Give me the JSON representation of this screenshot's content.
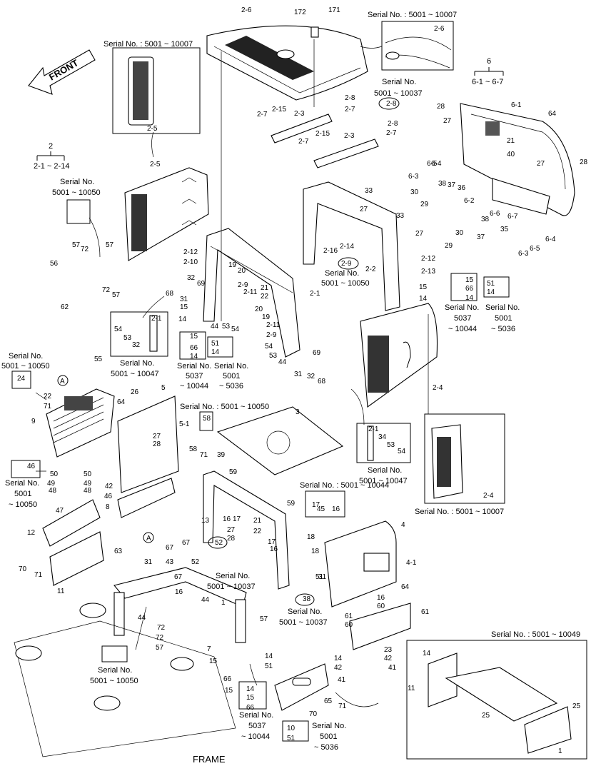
{
  "diagram_title": "FRAME",
  "front_arrow": "FRONT",
  "serial_notes": {
    "n_10007_top": "Serial No. : 5001 ~ 10007",
    "n_10007_left": "Serial No. : 5001 ~ 10007",
    "n_10037_a": [
      "Serial No.",
      "5001 ~ 10037"
    ],
    "n_10050_a": [
      "Serial No.",
      "5001 ~ 10050"
    ],
    "n_10050_b": [
      "Serial No.",
      "5001 ~ 10050"
    ],
    "n_5037_a": [
      "Serial No.",
      "5037",
      "~ 10044"
    ],
    "n_5001_a": [
      "Serial No.",
      "5001",
      "~ 5036"
    ],
    "n_10047_a": [
      "Serial No.",
      "5001 ~ 10047"
    ],
    "n_5037_b": [
      "Serial No.",
      "5037",
      "~ 10044"
    ],
    "n_5001_b": [
      "Serial No.",
      "5001",
      "~ 5036"
    ],
    "n_10050_c": [
      "Serial No.",
      "5001 ~ 10050"
    ],
    "n_10050_d": "Serial No. : 5001 ~ 10050",
    "n_10047_b": [
      "Serial No.",
      "5001 ~ 10047"
    ],
    "n_10007_right": "Serial No. : 5001 ~ 10007",
    "n_10050_e": [
      "Serial No.",
      "5001",
      "~ 10050"
    ],
    "n_10044": "Serial No. : 5001 ~ 10044",
    "n_10037_b": [
      "Serial No.",
      "5001 ~ 10037"
    ],
    "n_10037_c": [
      "Serial No.",
      "5001 ~ 10037"
    ],
    "n_10049": "Serial No. : 5001 ~ 10049",
    "n_10050_f": [
      "Serial No.",
      "5001 ~ 10050"
    ],
    "n_5037_c": [
      "Serial No.",
      "5037",
      "~ 10044"
    ],
    "n_5001_c": [
      "Serial No.",
      "5001",
      "~ 5036"
    ]
  },
  "group_labels": {
    "g2": "2",
    "g2_range": "2-1 ~ 2-14",
    "g6": "6",
    "g6_range": "6-1 ~ 6-7"
  },
  "callouts": [
    "2-6",
    "172",
    "171",
    "2-6",
    "2-5",
    "2-15",
    "2-3",
    "2-7",
    "2-8",
    "2-7",
    "2-8",
    "2-8",
    "2-7",
    "2-7",
    "2-15",
    "2-3",
    "2-5",
    "57",
    "72",
    "57",
    "56",
    "72",
    "57",
    "62",
    "55",
    "A",
    "2-12",
    "2-10",
    "2-14",
    "2-16",
    "2-9",
    "2-2",
    "2-12",
    "2-13",
    "19",
    "20",
    "2-9",
    "2-11",
    "21",
    "22",
    "2-1",
    "32",
    "69",
    "68",
    "31",
    "15",
    "14",
    "44",
    "53",
    "54",
    "20",
    "19",
    "2-11",
    "2-9",
    "54",
    "53",
    "44",
    "31",
    "69",
    "32",
    "68",
    "2-1",
    "54",
    "53",
    "32",
    "15",
    "66",
    "14",
    "51",
    "14",
    "15",
    "14",
    "15",
    "66",
    "14",
    "51",
    "14",
    "33",
    "27",
    "33",
    "27",
    "30",
    "29",
    "37",
    "38",
    "36",
    "30",
    "29",
    "38",
    "37",
    "35",
    "6-3",
    "6-5",
    "6-4",
    "6-3",
    "6-5",
    "6-4",
    "6-2",
    "6-6",
    "6-7",
    "28",
    "27",
    "6-1",
    "64",
    "21",
    "40",
    "27",
    "28",
    "2-4",
    "2-4",
    "24",
    "22",
    "71",
    "9",
    "26",
    "5",
    "64",
    "27",
    "28",
    "5-1",
    "58",
    "58",
    "71",
    "39",
    "59",
    "3",
    "2-1",
    "34",
    "53",
    "54",
    "46",
    "50",
    "49",
    "48",
    "50",
    "49",
    "48",
    "42",
    "46",
    "47",
    "12",
    "8",
    "13",
    "16",
    "17",
    "21",
    "22",
    "27",
    "28",
    "59",
    "17",
    "45",
    "16",
    "17",
    "16",
    "18",
    "18",
    "4",
    "4-1",
    "64",
    "70",
    "71",
    "11",
    "63",
    "31",
    "A",
    "67",
    "67",
    "43",
    "52",
    "67",
    "52",
    "16",
    "44",
    "1",
    "44",
    "72",
    "72",
    "57",
    "57",
    "31",
    "38",
    "51",
    "16",
    "60",
    "61",
    "60",
    "61",
    "7",
    "15",
    "14",
    "51",
    "66",
    "15",
    "14",
    "15",
    "66",
    "14",
    "42",
    "41",
    "23",
    "42",
    "41",
    "65",
    "71",
    "70",
    "10",
    "51",
    "14",
    "11",
    "25",
    "25",
    "1",
    "10"
  ]
}
